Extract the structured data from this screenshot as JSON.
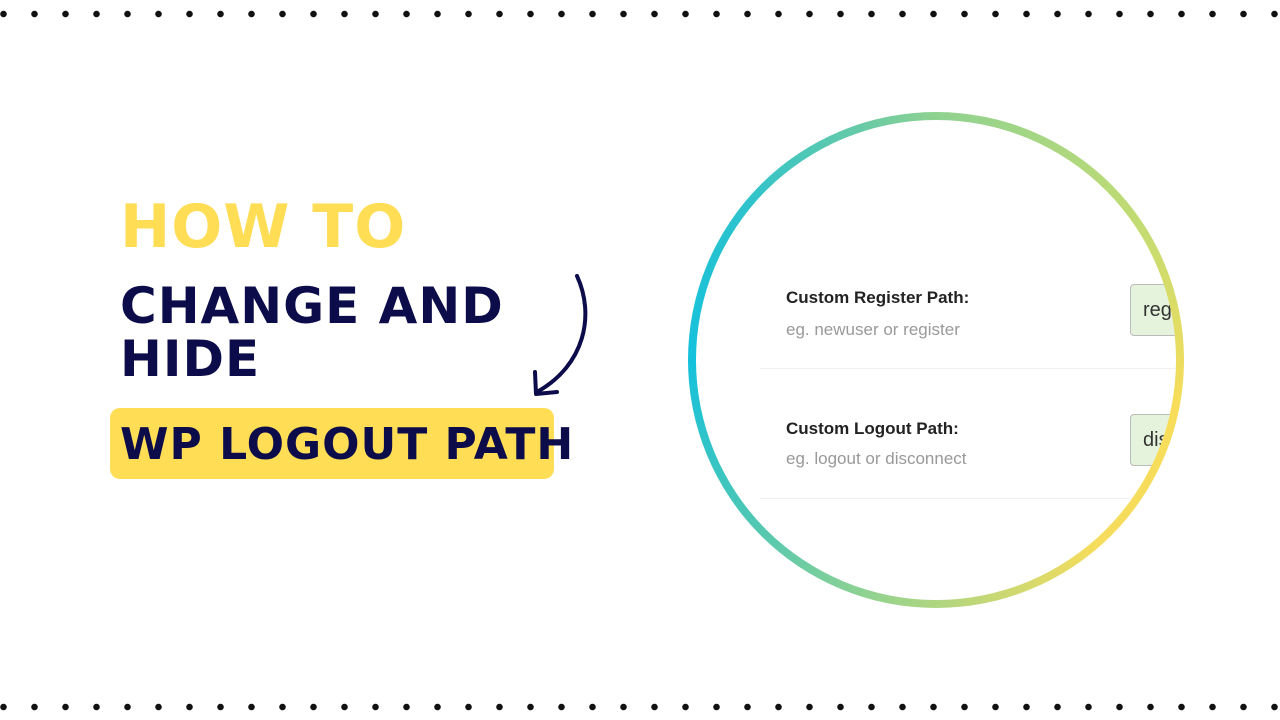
{
  "headline": {
    "line1": "HOW TO",
    "line2a": "CHANGE AND",
    "line2b": "HIDE",
    "highlight": "WP LOGOUT PATH"
  },
  "settings": [
    {
      "label": "Custom Register Path:",
      "hint": "eg. newuser or register",
      "value": "reg"
    },
    {
      "label": "Custom Logout Path:",
      "hint": "eg. logout or disconnect",
      "value": "dis"
    }
  ],
  "colors": {
    "yellow": "#ffdd55",
    "navy": "#0d0c4a",
    "input_bg": "#e5f3dc"
  }
}
